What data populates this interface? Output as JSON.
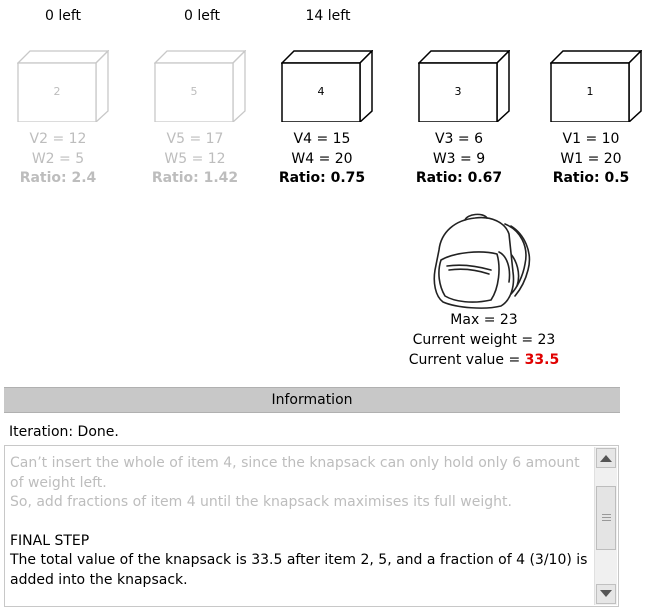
{
  "counts": [
    "0 left",
    "0 left",
    "14 left"
  ],
  "items": [
    {
      "number": "2",
      "v": "V2 = 12",
      "w": "W2 = 5",
      "ratio": "Ratio: 2.4",
      "dim": true
    },
    {
      "number": "5",
      "v": "V5 = 17",
      "w": "W5 = 12",
      "ratio": "Ratio: 1.42",
      "dim": true
    },
    {
      "number": "4",
      "v": "V4 = 15",
      "w": "W4 = 20",
      "ratio": "Ratio: 0.75",
      "dim": false
    },
    {
      "number": "3",
      "v": "V3 = 6",
      "w": "W3 = 9",
      "ratio": "Ratio: 0.67",
      "dim": false
    },
    {
      "number": "1",
      "v": "V1 = 10",
      "w": "W1 = 20",
      "ratio": "Ratio: 0.5",
      "dim": false
    }
  ],
  "knapsack": {
    "max": "Max = 23",
    "current_weight": "Current weight = 23",
    "current_value_label": "Current value = ",
    "current_value": "33.5"
  },
  "info": {
    "header": "Information",
    "iteration": "Iteration: Done.",
    "text_gray_1": "Can’t insert the whole of item 4, since the knapsack can only hold only 6 amount of weight left.",
    "text_gray_2": "So, add fractions of item 4 until the knapsack maximises its full weight.",
    "final_step_title": "FINAL STEP",
    "final_step_text": "The total value of the knapsack is 33.5 after item 2, 5, and a fraction of 4 (3/10) is added into the knapsack."
  },
  "colors": {
    "dim": "#bdbdbd",
    "accent_red": "#e00000",
    "header_bg": "#c8c8c8"
  }
}
